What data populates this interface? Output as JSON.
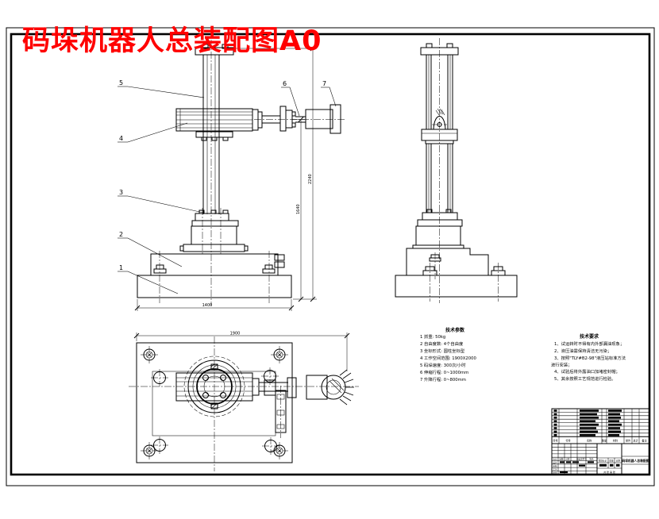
{
  "title": "码垛机器人总装配图A0",
  "colors": {
    "line": "#000000",
    "title_red": "#ff0000",
    "background": "#ffffff"
  },
  "part_labels": [
    "1",
    "2",
    "3",
    "4",
    "5",
    "6",
    "7"
  ],
  "dimensions": {
    "front_base_width": "1400",
    "front_arm_height": "1640",
    "front_total_height": "2240",
    "top_total_reach": "1900"
  },
  "tech_params": {
    "title": "技术参数",
    "items": [
      "1 抓重: 50kg",
      "2 自由度数: 4个自由度",
      "3 坐标形式: 圆柱坐标型",
      "4 工作空间范围: 1900X2000",
      "5 码垛速度: 300次/小时",
      "6 伸缩行程: 0~1000mm",
      "7 升降行程: 0~800mm"
    ]
  },
  "tech_requirements": {
    "title": "技术要求",
    "items": [
      "1、试运转时不得有内外部漏油现象；",
      "2、液压油需保持清洁无污染；",
      "3、按照\"TLY#B2-98\"液压站标准方法",
      "进行安装；",
      "4、试验后将外露油口加堵密封帽；",
      "5、其余按照工艺规范进行检验。"
    ]
  },
  "title_block": {
    "drawing_title": "码垛机器人总装配图",
    "parts_list_header": [
      "序号",
      "代号",
      "名称",
      "数量",
      "材料",
      "单件",
      "总计",
      "备注"
    ],
    "sign_header": [
      "标记",
      "处数",
      "分区",
      "更改文件号",
      "签名",
      "日期"
    ],
    "role_labels": [
      "设计",
      "审核",
      "工艺",
      "批准"
    ],
    "stage_labels": [
      "阶段标记",
      "质量",
      "比例"
    ],
    "sheet_text": "共 张 第 张"
  }
}
